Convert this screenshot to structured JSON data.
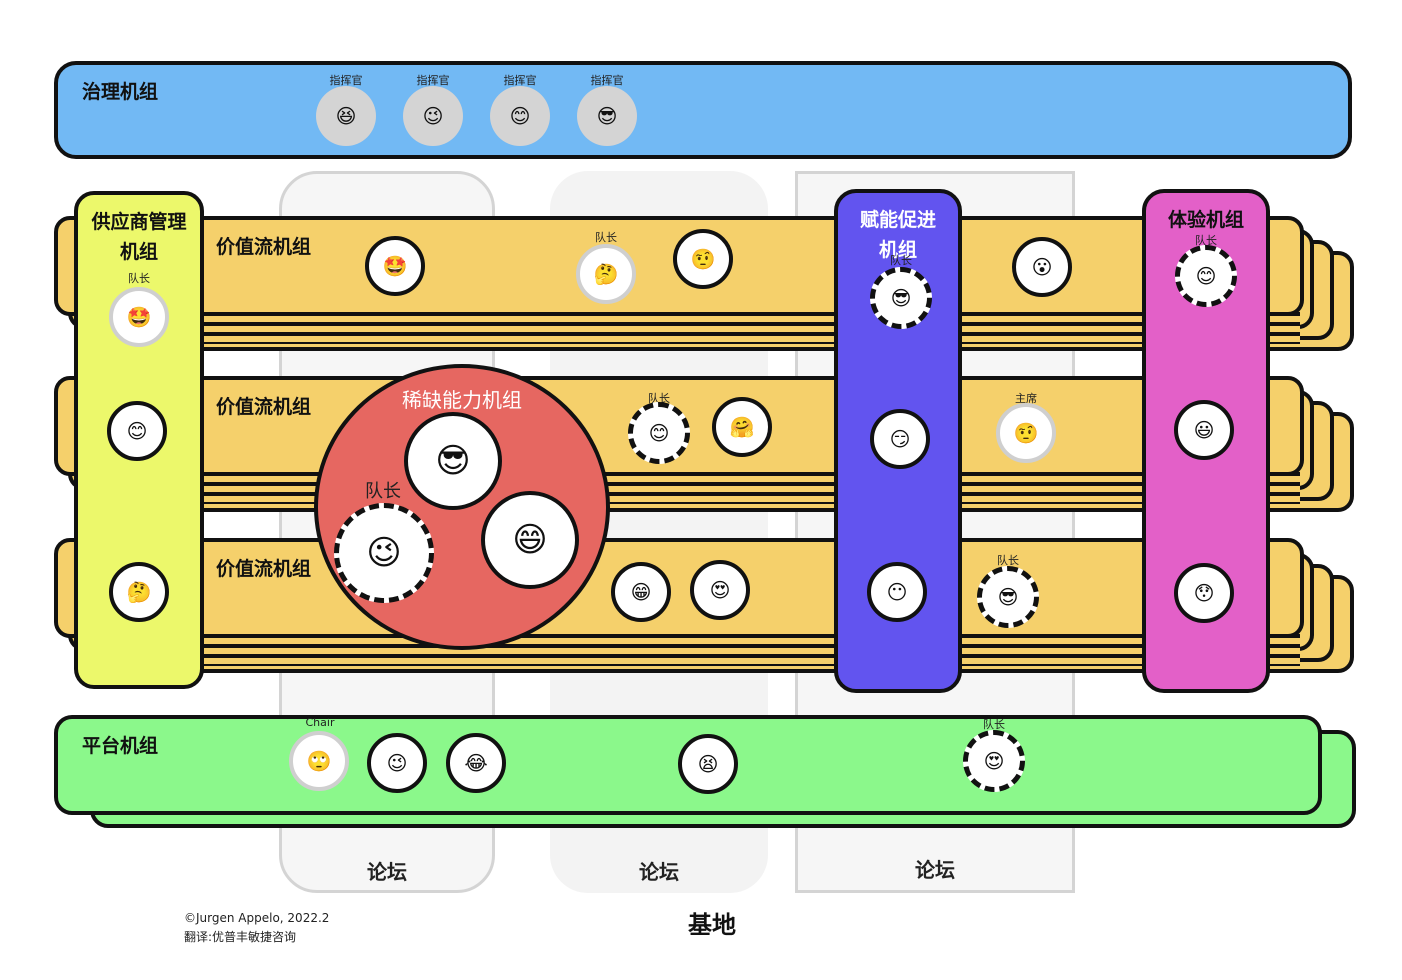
{
  "governance": {
    "title": "治理机组",
    "role": "指挥官",
    "members": [
      "😆",
      "😉",
      "😊",
      "😎"
    ]
  },
  "forums": [
    "论坛",
    "论坛",
    "论坛"
  ],
  "base_label": "基地",
  "value_stream_title": "价值流机组",
  "supplier": {
    "title_line1": "供应商管理",
    "title_line2": "机组",
    "role": "队长",
    "members": [
      "🤩",
      "😊",
      "🤔"
    ]
  },
  "enabling": {
    "title_line1": "赋能促进",
    "title_line2": "机组",
    "role": "队长",
    "members": [
      "😎",
      "😏",
      "😶"
    ]
  },
  "experience": {
    "title": "体验机组",
    "role": "队长",
    "members": [
      "😊",
      "😃",
      "😯"
    ]
  },
  "scarce": {
    "title": "稀缺能力机组",
    "role": "队长",
    "members": [
      "😎",
      "😉",
      "😄"
    ]
  },
  "vs1": {
    "members": [
      "🤩",
      "🤔",
      "🤨",
      "😮"
    ],
    "role": "队长"
  },
  "vs2": {
    "members": [
      "😊",
      "🤗",
      "🤨"
    ],
    "role_lead": "队长",
    "role_chair": "主席"
  },
  "vs3": {
    "members": [
      "😁",
      "😍",
      "😎"
    ],
    "role": "队长"
  },
  "platform": {
    "title": "平台机组",
    "role_chair": "Chair",
    "role_lead": "队长",
    "members": [
      "🙄",
      "😉",
      "😂",
      "😫",
      "😍"
    ]
  },
  "credits": {
    "line1": "©Jurgen Appelo, 2022.2",
    "line2": "翻译:优普丰敏捷咨询"
  }
}
